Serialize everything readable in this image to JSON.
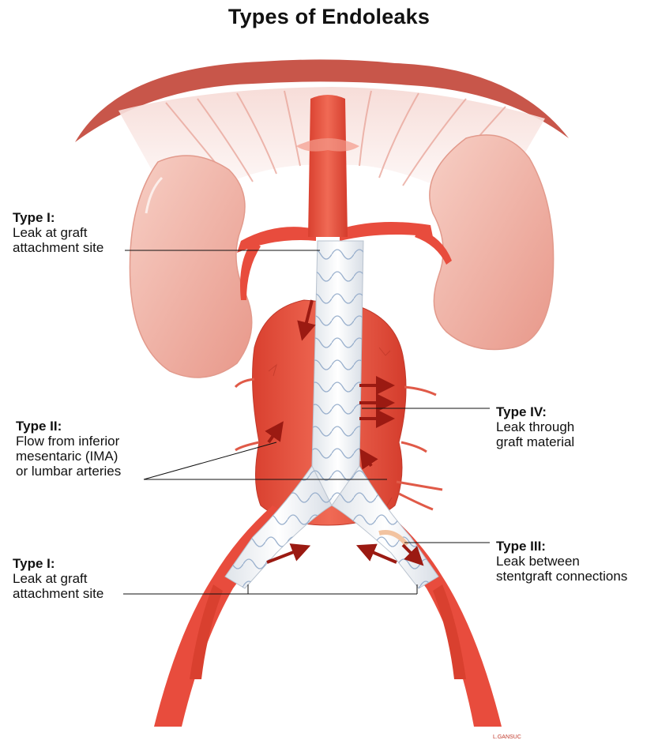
{
  "title": "Types of Endoleaks",
  "labels": {
    "type1_top": {
      "type": "Type I:",
      "desc": [
        "Leak at graft",
        "attachment site"
      ]
    },
    "type2": {
      "type": "Type II:",
      "desc": [
        "Flow from inferior",
        "mesentaric (IMA)",
        "or lumbar arteries"
      ]
    },
    "type1_bottom": {
      "type": "Type I:",
      "desc": [
        "Leak at graft",
        "attachment site"
      ]
    },
    "type4": {
      "type": "Type IV:",
      "desc": [
        "Leak through",
        "graft material"
      ]
    },
    "type3": {
      "type": "Type III:",
      "desc": [
        "Leak between",
        "stentgraft connections"
      ]
    }
  },
  "credit": "L.GANSUC",
  "colors": {
    "artery": "#e84c3d",
    "artery_dark": "#c0392b",
    "kidney": "#f2b3a6",
    "graft": "#eef1f5",
    "stent_wire": "#8fa8c8",
    "arrow": "#9b1a12",
    "diaphragm": "#c8564a"
  }
}
